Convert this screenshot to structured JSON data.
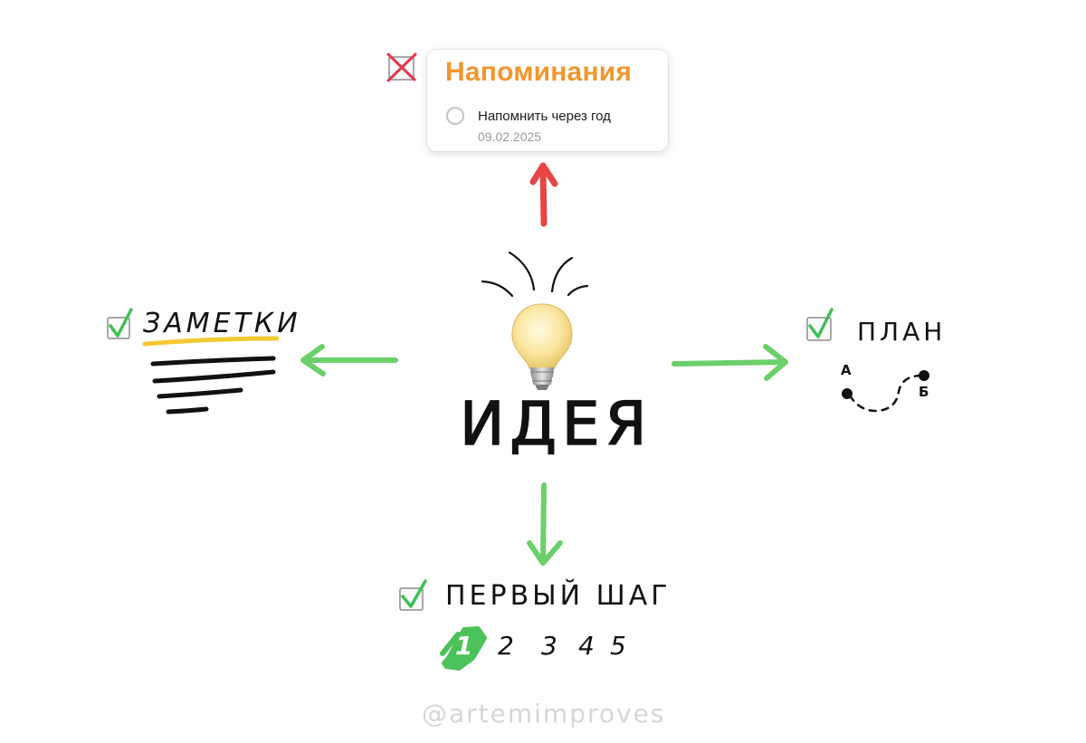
{
  "center": {
    "label": "ИДЕЯ",
    "icon": "lightbulb-icon"
  },
  "reminder": {
    "title": "Напоминания",
    "item_text": "Напомнить через год",
    "item_date": "09.02.2025",
    "status": "unchecked"
  },
  "notes": {
    "label": "ЗАМЕТКИ",
    "status": "checked"
  },
  "plan": {
    "label": "ПЛАН",
    "point_a": "А",
    "point_b": "Б",
    "status": "checked"
  },
  "first_step": {
    "label": "ПЕРВЫЙ ШАГ",
    "steps": [
      "1",
      "2",
      "3",
      "4",
      "5"
    ],
    "status": "checked",
    "done_step": "1"
  },
  "watermark": "@artemimproves",
  "colors": {
    "reminder_title": "#f0972d",
    "arrow_red": "#e84545",
    "arrow_green": "#6cd06a",
    "highlight_yellow": "#f3c934",
    "check_green": "#3fbf57",
    "cross_red": "#e03a4a"
  }
}
